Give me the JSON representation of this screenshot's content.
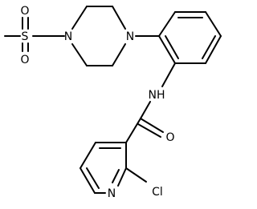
{
  "structure": {
    "atoms": {
      "s": "S",
      "o_top": "O",
      "o_bottom": "O",
      "n_piperazine_left": "N",
      "n_piperazine_right": "N",
      "nh": "NH",
      "o_carbonyl": "O",
      "n_pyridine": "N",
      "cl": "Cl"
    }
  },
  "colors": {
    "bond": "#000000",
    "label": "#000000",
    "background": "#ffffff"
  }
}
